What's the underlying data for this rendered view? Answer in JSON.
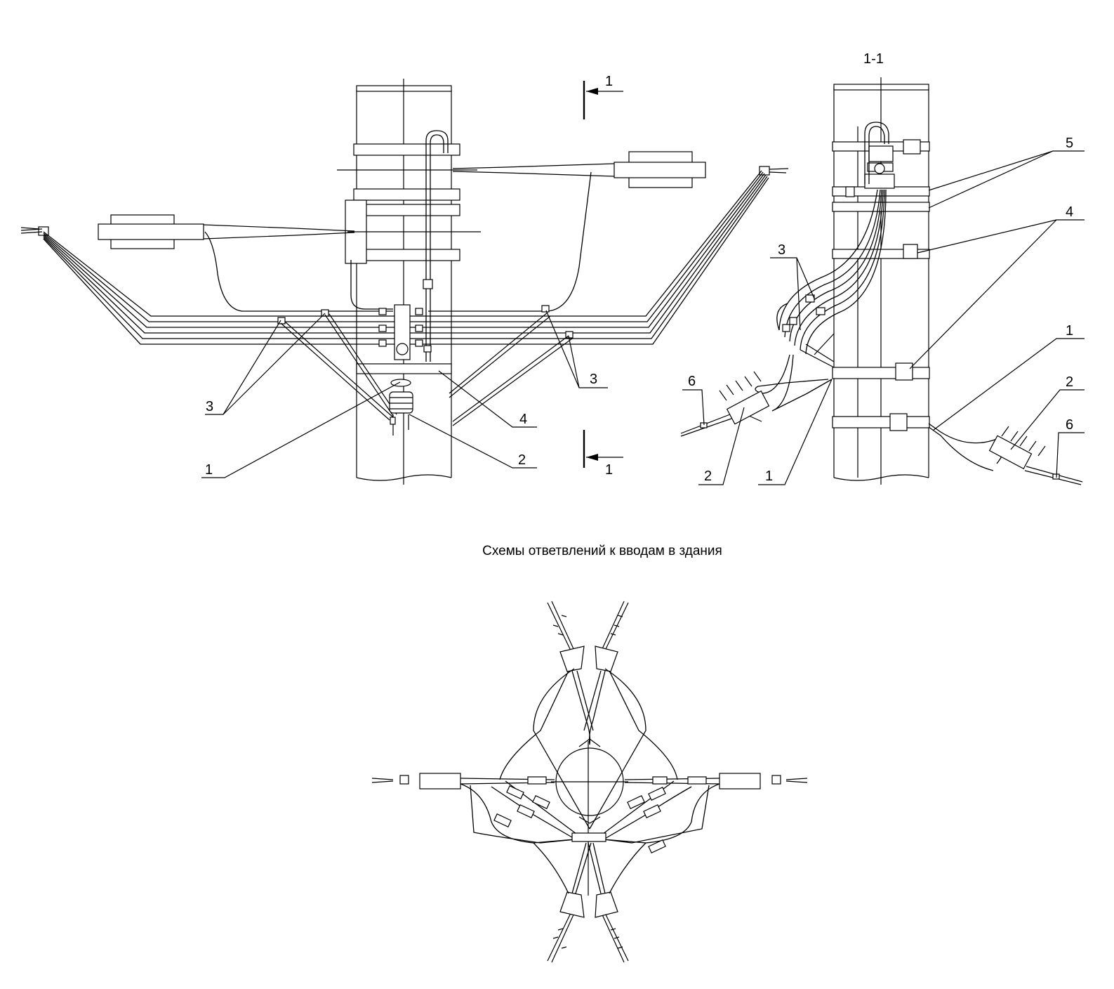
{
  "section_title": "1-1",
  "bottom_caption": "Схемы ответвлений к вводам в здания",
  "section_marks": {
    "top": "1",
    "bottom": "1"
  },
  "callouts_front": {
    "c3_left": "3",
    "c3_right": "3",
    "c1": "1",
    "c2": "2",
    "c4": "4"
  },
  "callouts_side": {
    "c5": "5",
    "c4": "4",
    "c3": "3",
    "c1_right": "1",
    "c2_right": "2",
    "c6_right": "6",
    "c6_left": "6",
    "c2_left": "2",
    "c1_left": "1"
  }
}
